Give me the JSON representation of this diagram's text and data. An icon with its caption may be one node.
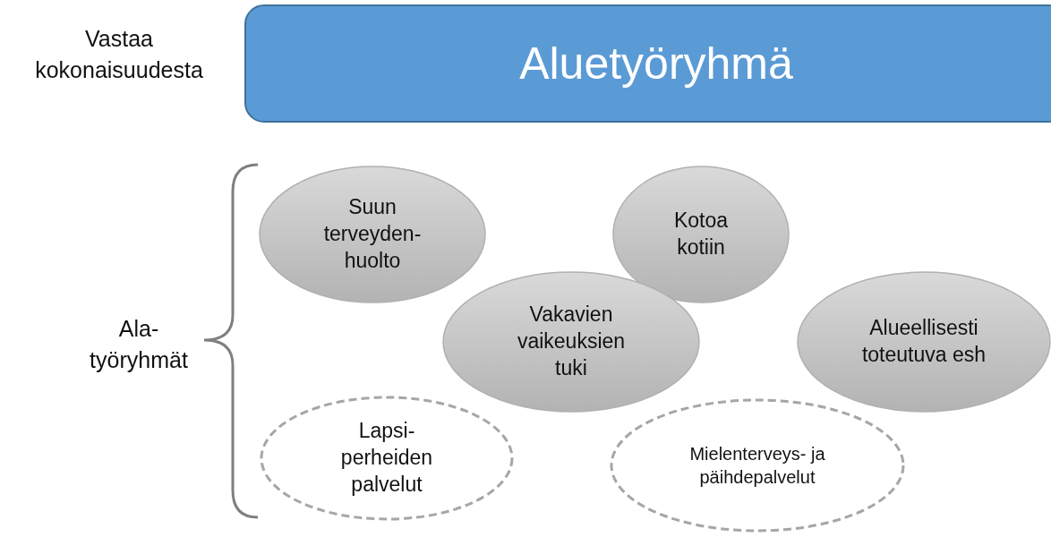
{
  "diagram": {
    "nodes": [
      {
        "text": [
          "Aluetyöryhmä"
        ]
      },
      {
        "text": [
          "Suun terveyden- huolto"
        ]
      },
      {
        "text": [
          "Kotoa kotiin"
        ]
      },
      {
        "text": [
          "Vakavien vaikeuksien tuki"
        ]
      },
      {
        "text": [
          "Alueellisesti toteutuva esh"
        ]
      },
      {
        "text": [
          "Lapsi- perheiden palvelut"
        ]
      },
      {
        "text": [
          "Mielenterveys- ja päihdepalvelut"
        ]
      }
    ],
    "edges": [],
    "labels": [
      "Vastaa kokonaisuudesta",
      "Ala- työryhmät"
    ]
  }
}
